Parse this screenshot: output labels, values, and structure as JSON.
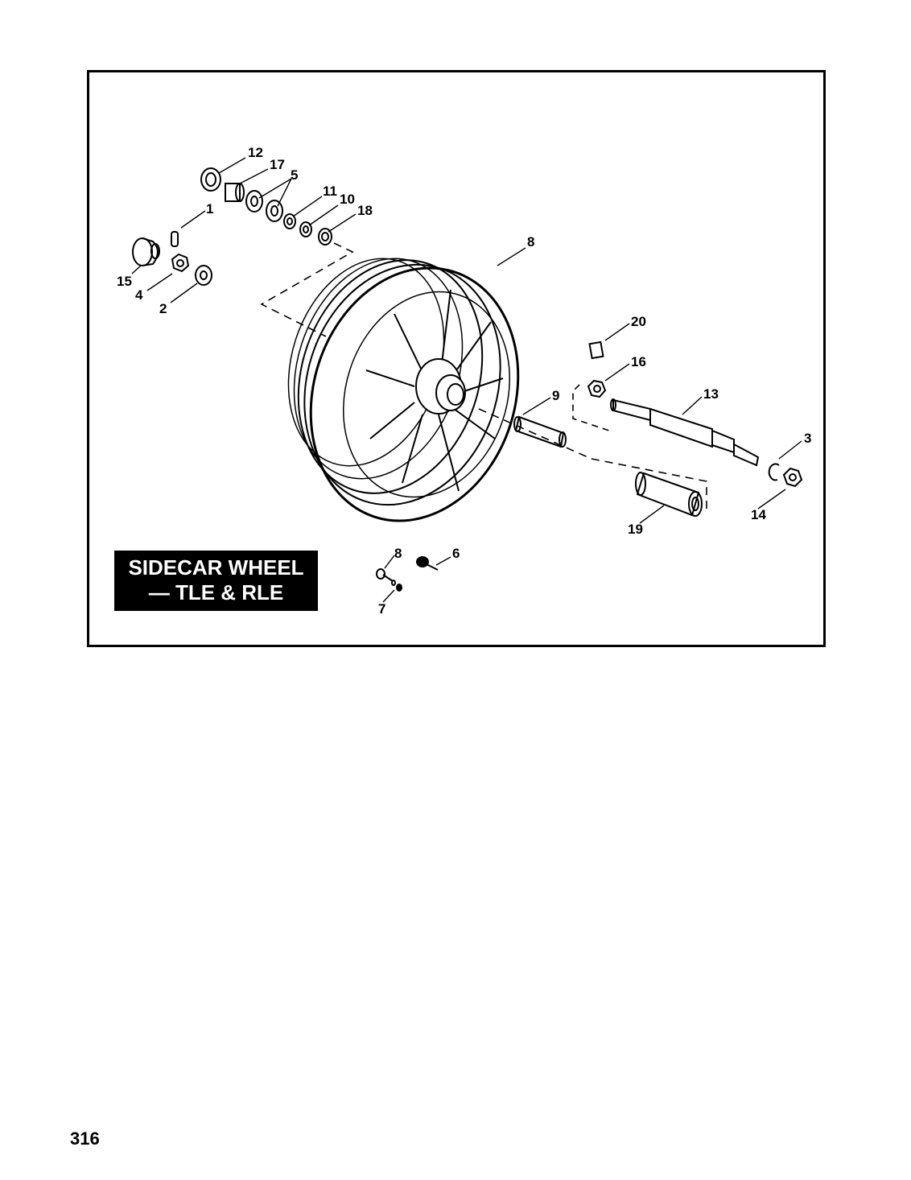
{
  "title": {
    "line1": "SIDECAR WHEEL",
    "line2": "— TLE & RLE"
  },
  "page_number": "316",
  "callouts": {
    "c12": "12",
    "c17": "17",
    "c5": "5",
    "c11": "11",
    "c10": "10",
    "c18": "18",
    "c1": "1",
    "c15": "15",
    "c4": "4",
    "c2": "2",
    "c8": "8",
    "c20": "20",
    "c16": "16",
    "c13": "13",
    "c9": "9",
    "c3": "3",
    "c14": "14",
    "c19": "19",
    "c8b": "8",
    "c6": "6",
    "c7": "7"
  }
}
